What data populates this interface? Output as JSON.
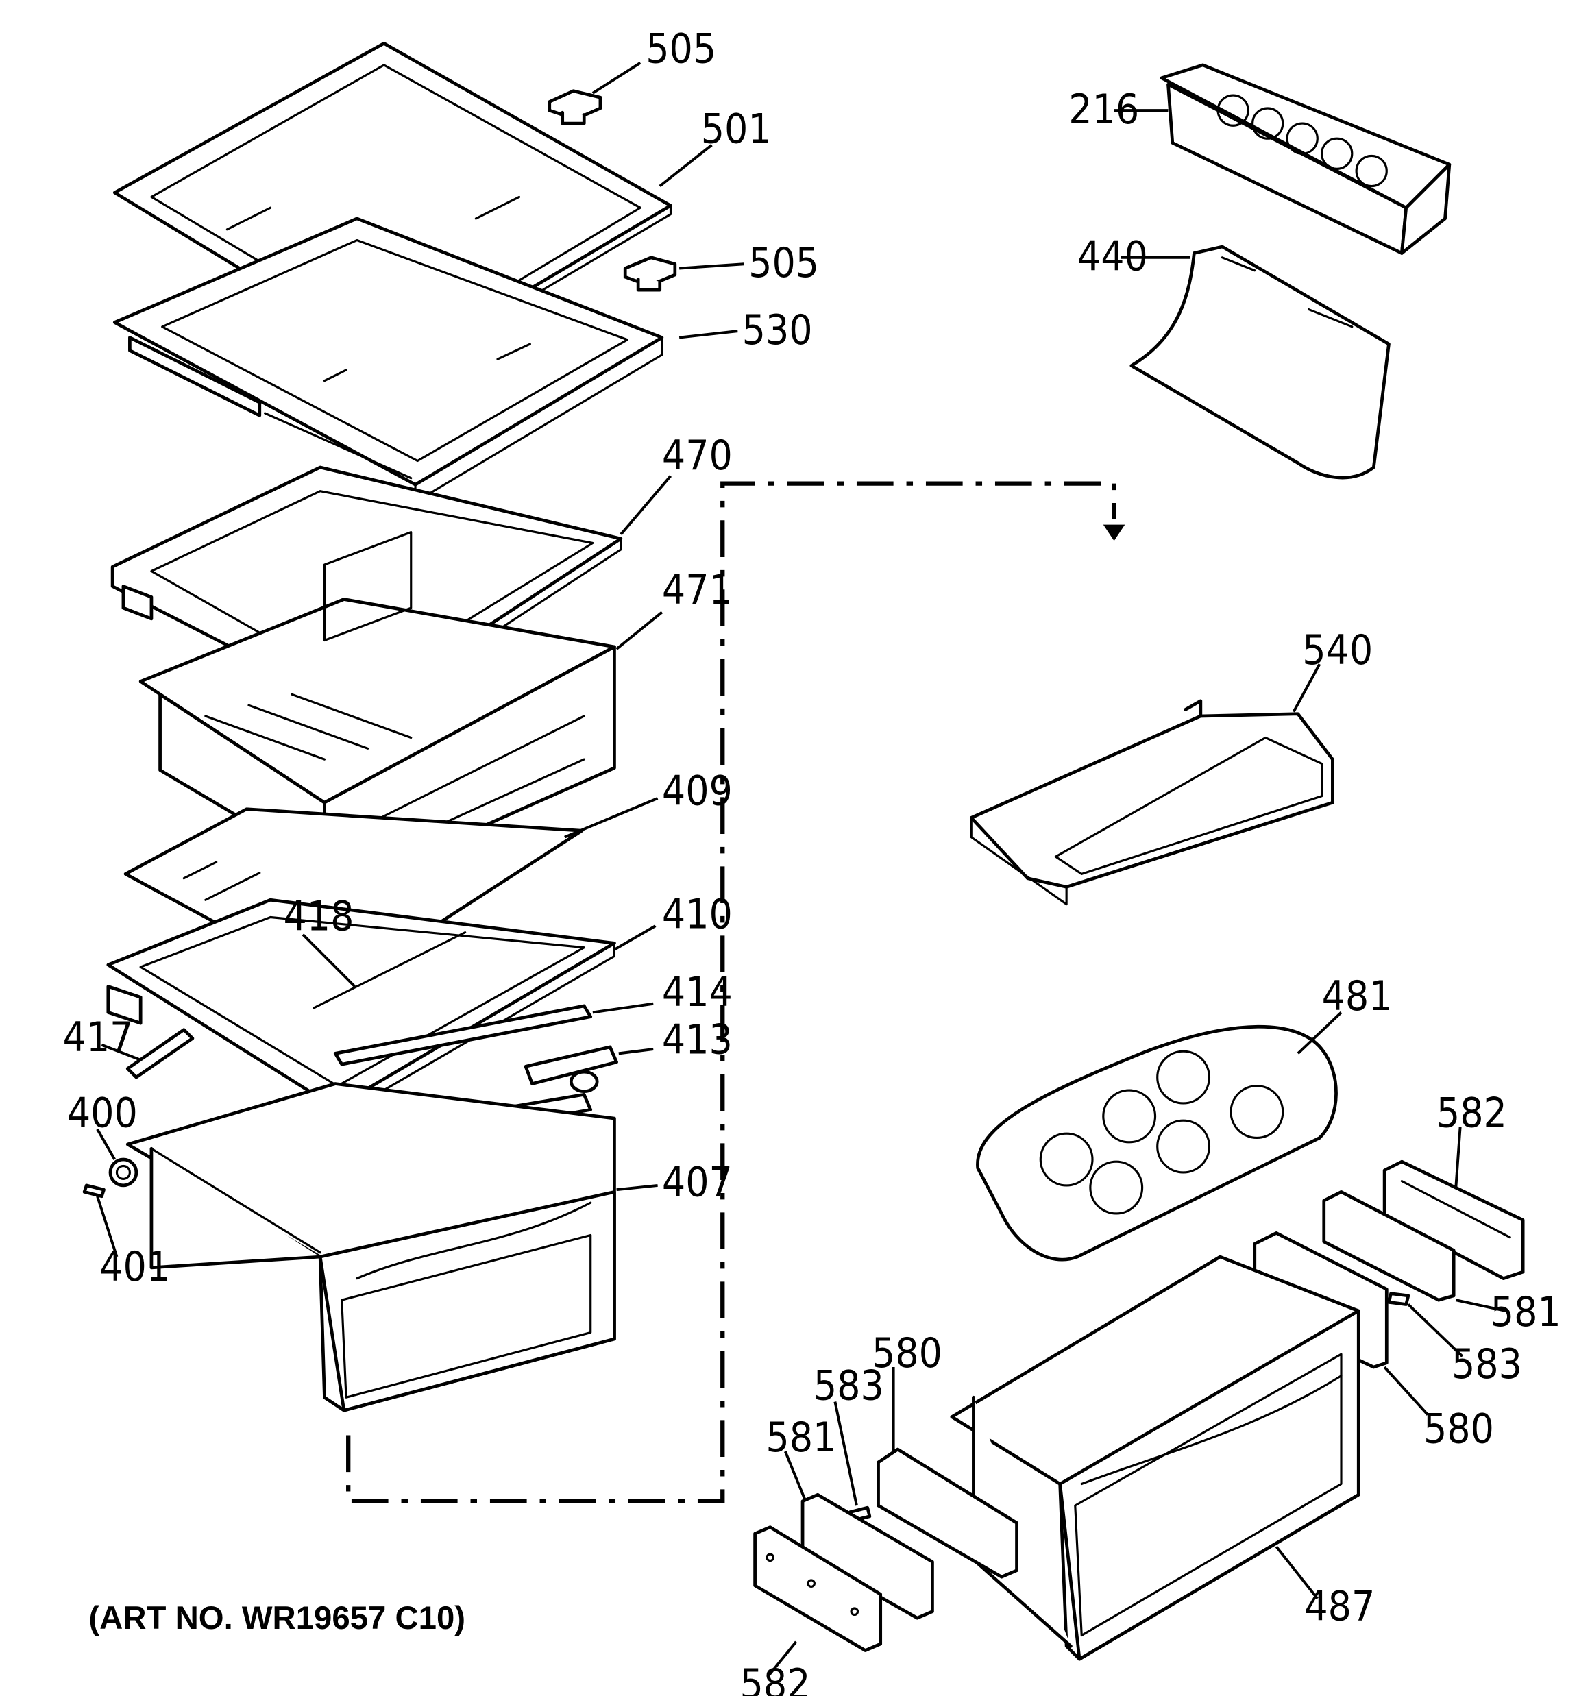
{
  "labels": {
    "p505a": "505",
    "p501": "501",
    "p505b": "505",
    "p530": "530",
    "p470": "470",
    "p471": "471",
    "p409": "409",
    "p418": "418",
    "p410": "410",
    "p414": "414",
    "p417": "417",
    "p413": "413",
    "p400": "400",
    "p401": "401",
    "p407": "407",
    "p216": "216",
    "p440": "440",
    "p540": "540",
    "p481": "481",
    "p582a": "582",
    "p581a": "581",
    "p583a": "583",
    "p580a": "580",
    "p580b": "580",
    "p583b": "583",
    "p581b": "581",
    "p582b": "582",
    "p487": "487"
  },
  "art_number": "(ART NO. WR19657 C10)"
}
